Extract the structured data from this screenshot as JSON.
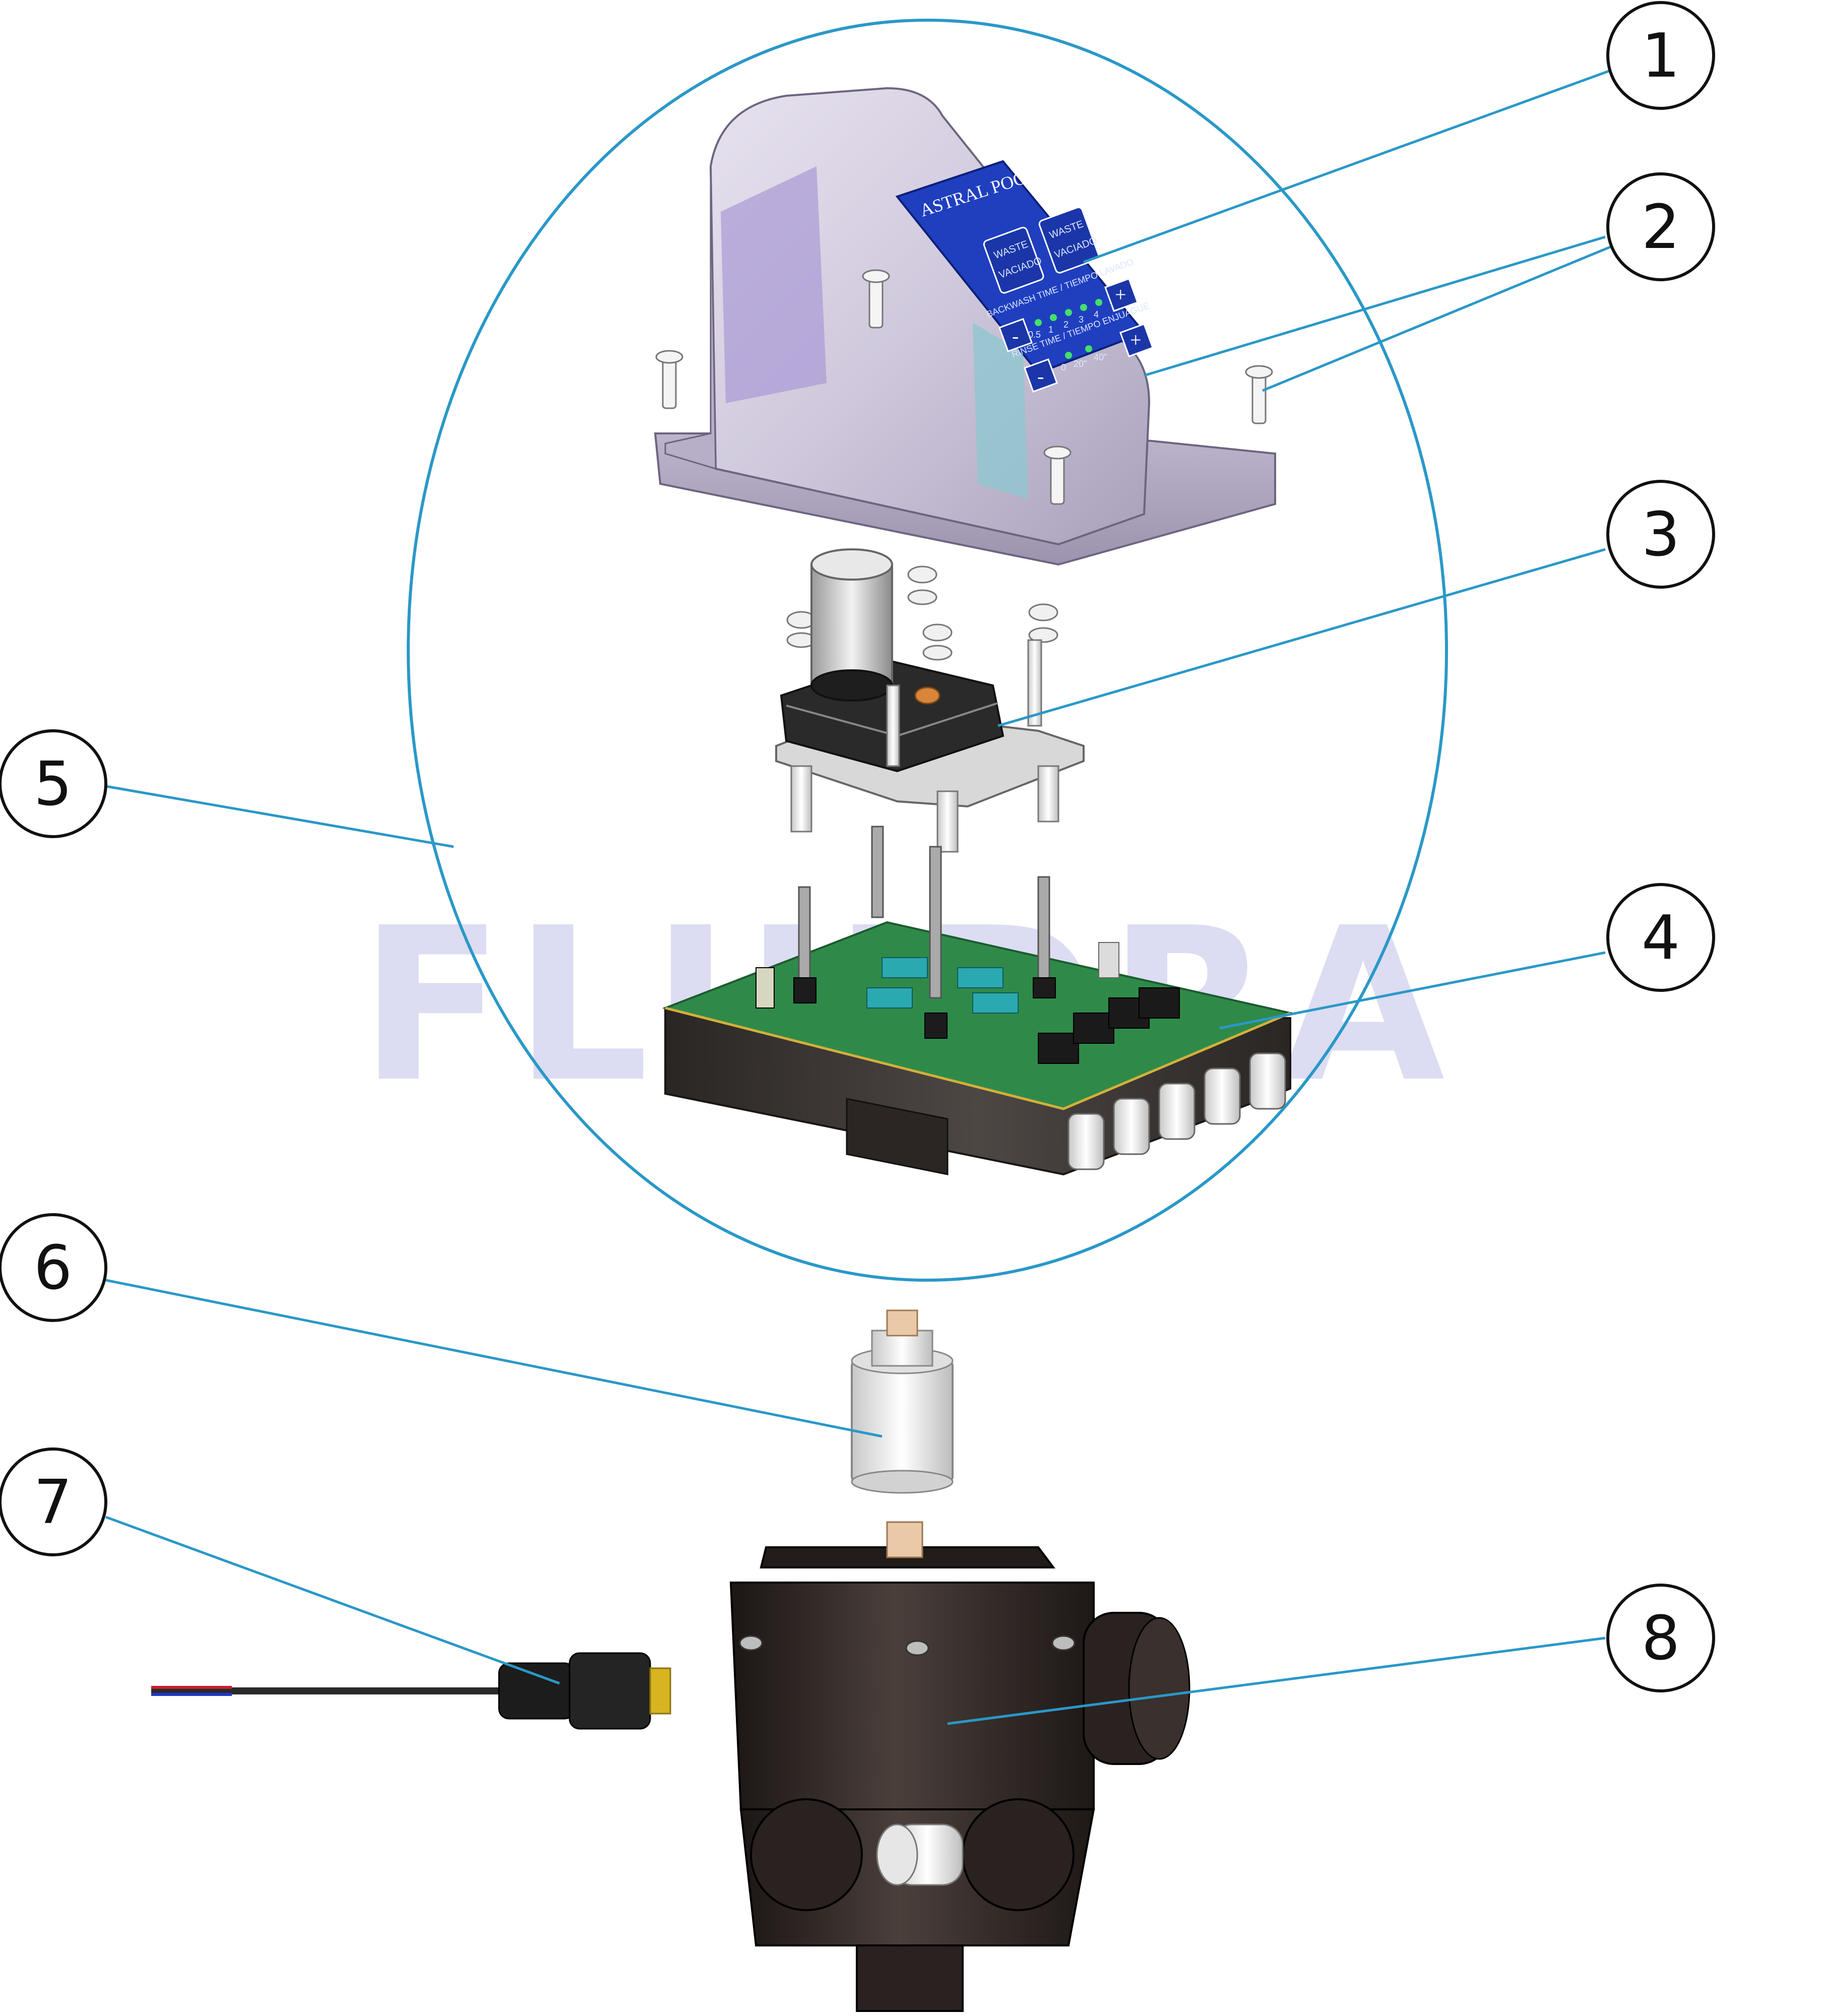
{
  "watermark": "FLUIDRA",
  "brand": {
    "logo_text": "ASTRAL POOL",
    "button_label_top": "WASTE",
    "button_label_bottom": "VACIADO",
    "backwash_label": "BACKWASH TIME / TIEMPO LAVADO",
    "rinse_label": "RINSE TIME / TIEMPO ENJUAGUE",
    "backwash_scale": [
      "0.5",
      "1",
      "2",
      "3",
      "4"
    ],
    "rinse_scale": [
      "0",
      "20\"",
      "40\""
    ],
    "minus": "-",
    "plus": "+"
  },
  "callouts": [
    {
      "number": "1",
      "part": "control-panel-label"
    },
    {
      "number": "2",
      "part": "cover-and-screws"
    },
    {
      "number": "3",
      "part": "motor-gear-assembly"
    },
    {
      "number": "4",
      "part": "electronic-board-base"
    },
    {
      "number": "5",
      "part": "actuator-assembly-group"
    },
    {
      "number": "6",
      "part": "coupling-adapter"
    },
    {
      "number": "7",
      "part": "cable-connector"
    },
    {
      "number": "8",
      "part": "selector-valve-body"
    }
  ],
  "colors": {
    "leader_line": "#2a98c8",
    "cover": "#cfc8dc",
    "panel": "#1f3fbf",
    "pcb": "#2f8a4a",
    "housing": "#3a3532",
    "valve": "#2e2624",
    "watermark": "#dcdcf2"
  }
}
